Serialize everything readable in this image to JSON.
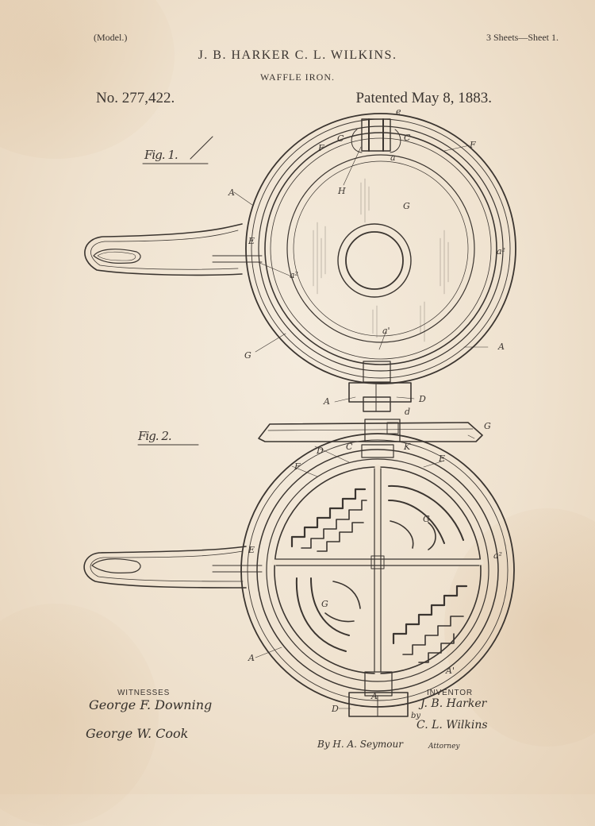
{
  "header": {
    "model": "(Model.)",
    "sheets": "3 Sheets—Sheet 1.",
    "inventors": "J. B. HARKER C. L. WILKINS.",
    "title": "WAFFLE IRON.",
    "patent_number": "No. 277,422.",
    "patented_date": "Patented May 8, 1883."
  },
  "figures": {
    "fig1": "Fig. 1.",
    "fig2": "Fig. 2."
  },
  "labels": {
    "fig1": [
      "e",
      "F",
      "C",
      "C",
      "F",
      "a",
      "A",
      "H",
      "G",
      "E",
      "a²",
      "a²",
      "a'",
      "G",
      "A",
      "A",
      "D"
    ],
    "fig2": [
      "d",
      "G",
      "D",
      "C",
      "K",
      "F",
      "E",
      "E",
      "a²",
      "G",
      "G",
      "A",
      "A'",
      "D",
      "A"
    ]
  },
  "signatures": {
    "witnesses_label": "WITNESSES",
    "inventor_label": "INVENTOR",
    "witness_1": "George F. Downing",
    "witness_2": "George W. Cook",
    "inventor_1": "J. B. Harker",
    "inventor_by": "by",
    "inventor_2": "C. L. Wilkins",
    "attorney": "By H. A. Seymour",
    "attorney_label": "Attorney"
  },
  "colors": {
    "paper": "#efe2cf",
    "ink": "#3a3430"
  }
}
